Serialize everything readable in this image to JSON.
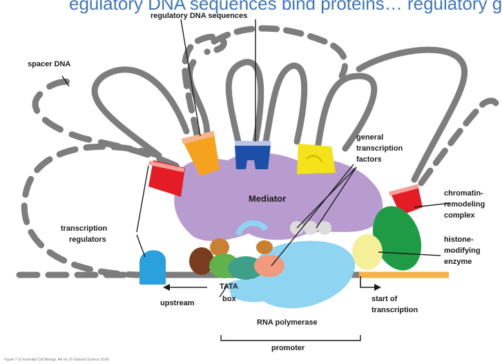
{
  "title_partial": "egulatory DNA sequences bind proteins… regulatory gene",
  "labels": {
    "regulatory_dna": "regulatory DNA sequences",
    "spacer_dna": "spacer DNA",
    "general_tf_line1": "general",
    "general_tf_line2": "transcription",
    "general_tf_line3": "factors",
    "mediator": "Mediator",
    "chromatin_line1": "chromatin-",
    "chromatin_line2": "remodeling",
    "chromatin_line3": "complex",
    "histone_line1": "histone-",
    "histone_line2": "modifying",
    "histone_line3": "enzyme",
    "regulators_line1": "transcription",
    "regulators_line2": "regulators",
    "tata_line1": "TATA",
    "tata_line2": "box",
    "upstream": "upstream",
    "start_line1": "start of",
    "start_line2": "transcription",
    "rna_pol": "RNA polymerase",
    "promoter": "promoter"
  },
  "copyright": "Figure 7-12 Essential Cell Biology, 4th ed. (© Garland Science 2014)",
  "colors": {
    "dna": "#7d7d7d",
    "mediator": "#b89ccf",
    "orange": "#f5a21f",
    "blue_dark": "#1c4fa8",
    "yellow": "#f4e21a",
    "red": "#e41c26",
    "green": "#1f9a45",
    "light_blue": "#8fd4f0",
    "cyan": "#2aa0dc",
    "gold_dna": "#f3b24a",
    "title": "#1f5fb0"
  }
}
